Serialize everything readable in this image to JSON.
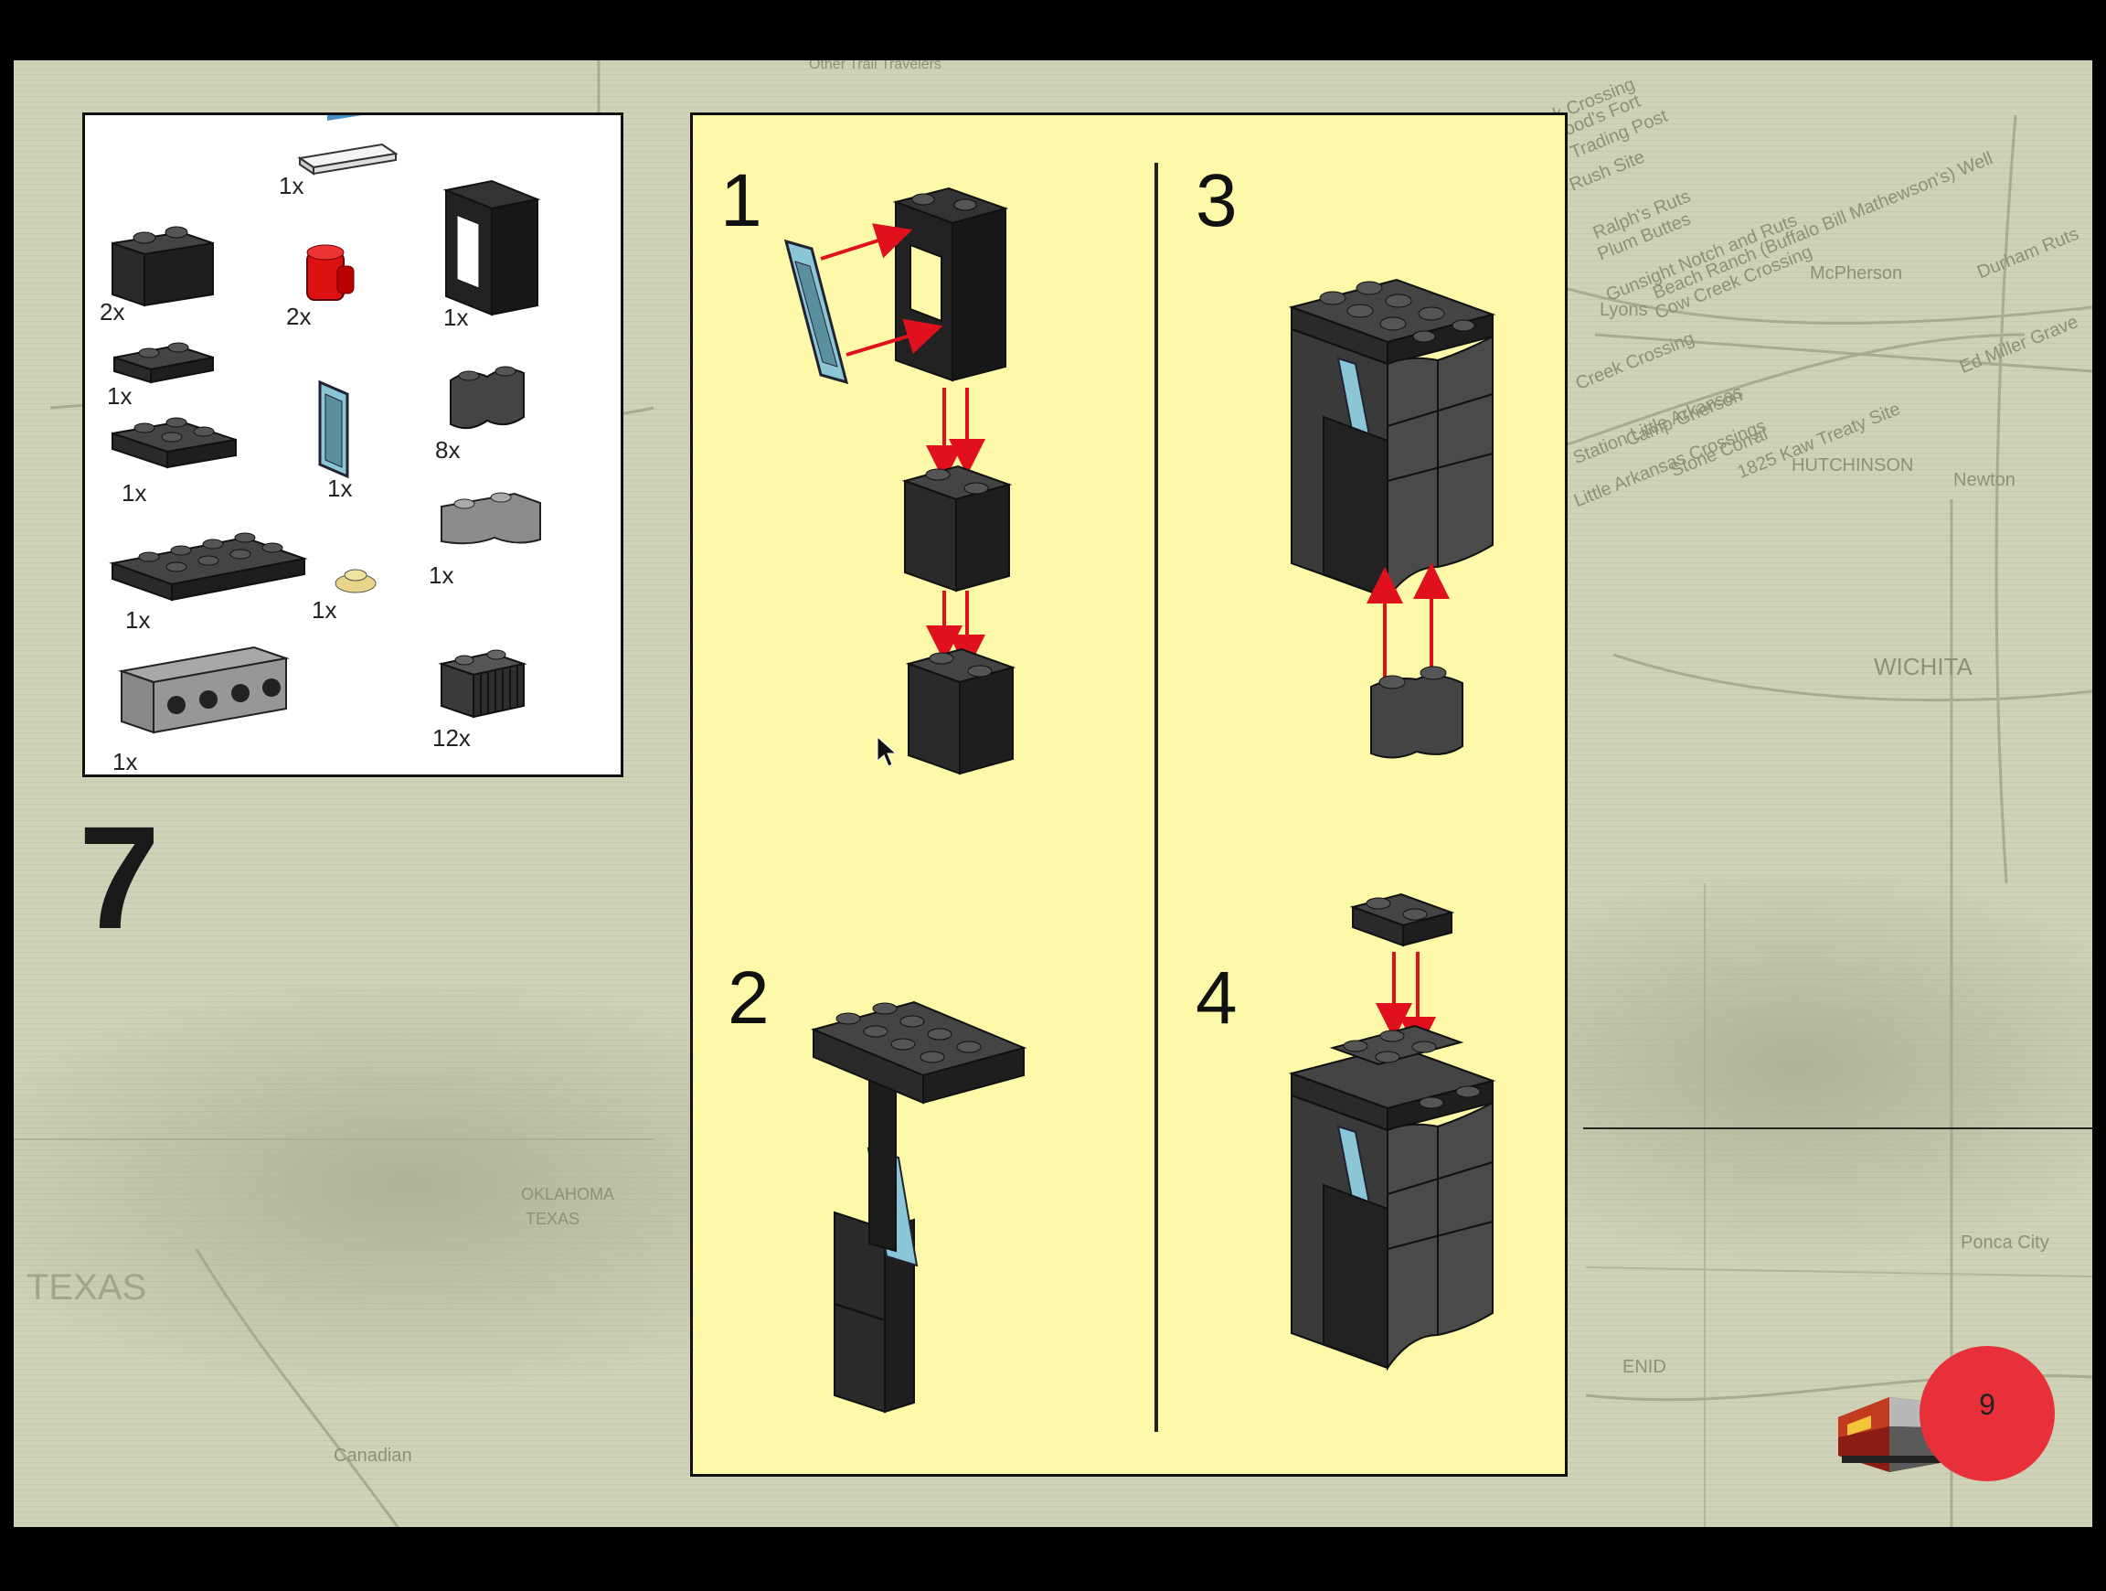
{
  "step_number": "7",
  "page_number": "9",
  "parts_list": [
    {
      "qty": "1x",
      "part": "decorated tile 1x4"
    },
    {
      "qty": "2x",
      "part": "black brick 1x2"
    },
    {
      "qty": "2x",
      "part": "red barrel"
    },
    {
      "qty": "1x",
      "part": "black window frame 1x2x2"
    },
    {
      "qty": "1x",
      "part": "black plate 1x2"
    },
    {
      "qty": "1x",
      "part": "trans-light-blue glass pane"
    },
    {
      "qty": "8x",
      "part": "dark grey round brick 1x2"
    },
    {
      "qty": "1x",
      "part": "black plate 2x2"
    },
    {
      "qty": "1x",
      "part": "light grey arch brick"
    },
    {
      "qty": "1x",
      "part": "black plate 2x4"
    },
    {
      "qty": "1x",
      "part": "tan round plate"
    },
    {
      "qty": "1x",
      "part": "light grey technic brick 1x4"
    },
    {
      "qty": "12x",
      "part": "dark grey grille brick 1x2"
    }
  ],
  "substeps": [
    "1",
    "2",
    "3",
    "4"
  ],
  "map_labels": [
    "Other Trail Travelers",
    "Creek Crossing",
    "Hood's Fort",
    "Trading Post",
    "Rush Site",
    "Ralph's Ruts",
    "Plum Buttes",
    "Gunsight Notch and Ruts",
    "Beach Ranch (Buffalo Bill Mathewson's) Well",
    "Cow Creek Crossing",
    "McPherson",
    "Durham Ruts",
    "Lyons",
    "Creek Crossing",
    "Ed Miller Grave",
    "Station Little Arkansas",
    "Camp Grierson",
    "Little Arkansas Crossings",
    "Stone Corral",
    "1825 Kaw Treaty Site",
    "HUTCHINSON",
    "Newton",
    "WICHITA",
    "OKLAHOMA",
    "TEXAS",
    "TEXAS",
    "Ponca City",
    "ENID",
    "Canadian"
  ],
  "colors": {
    "page_bg": "#cdd0b4",
    "panel_bg": "#fdf9a8",
    "badge": "#e8303a",
    "arrow": "#e0101c",
    "brick_black": "#2a2a2a",
    "brick_grey": "#4a4a4a"
  }
}
